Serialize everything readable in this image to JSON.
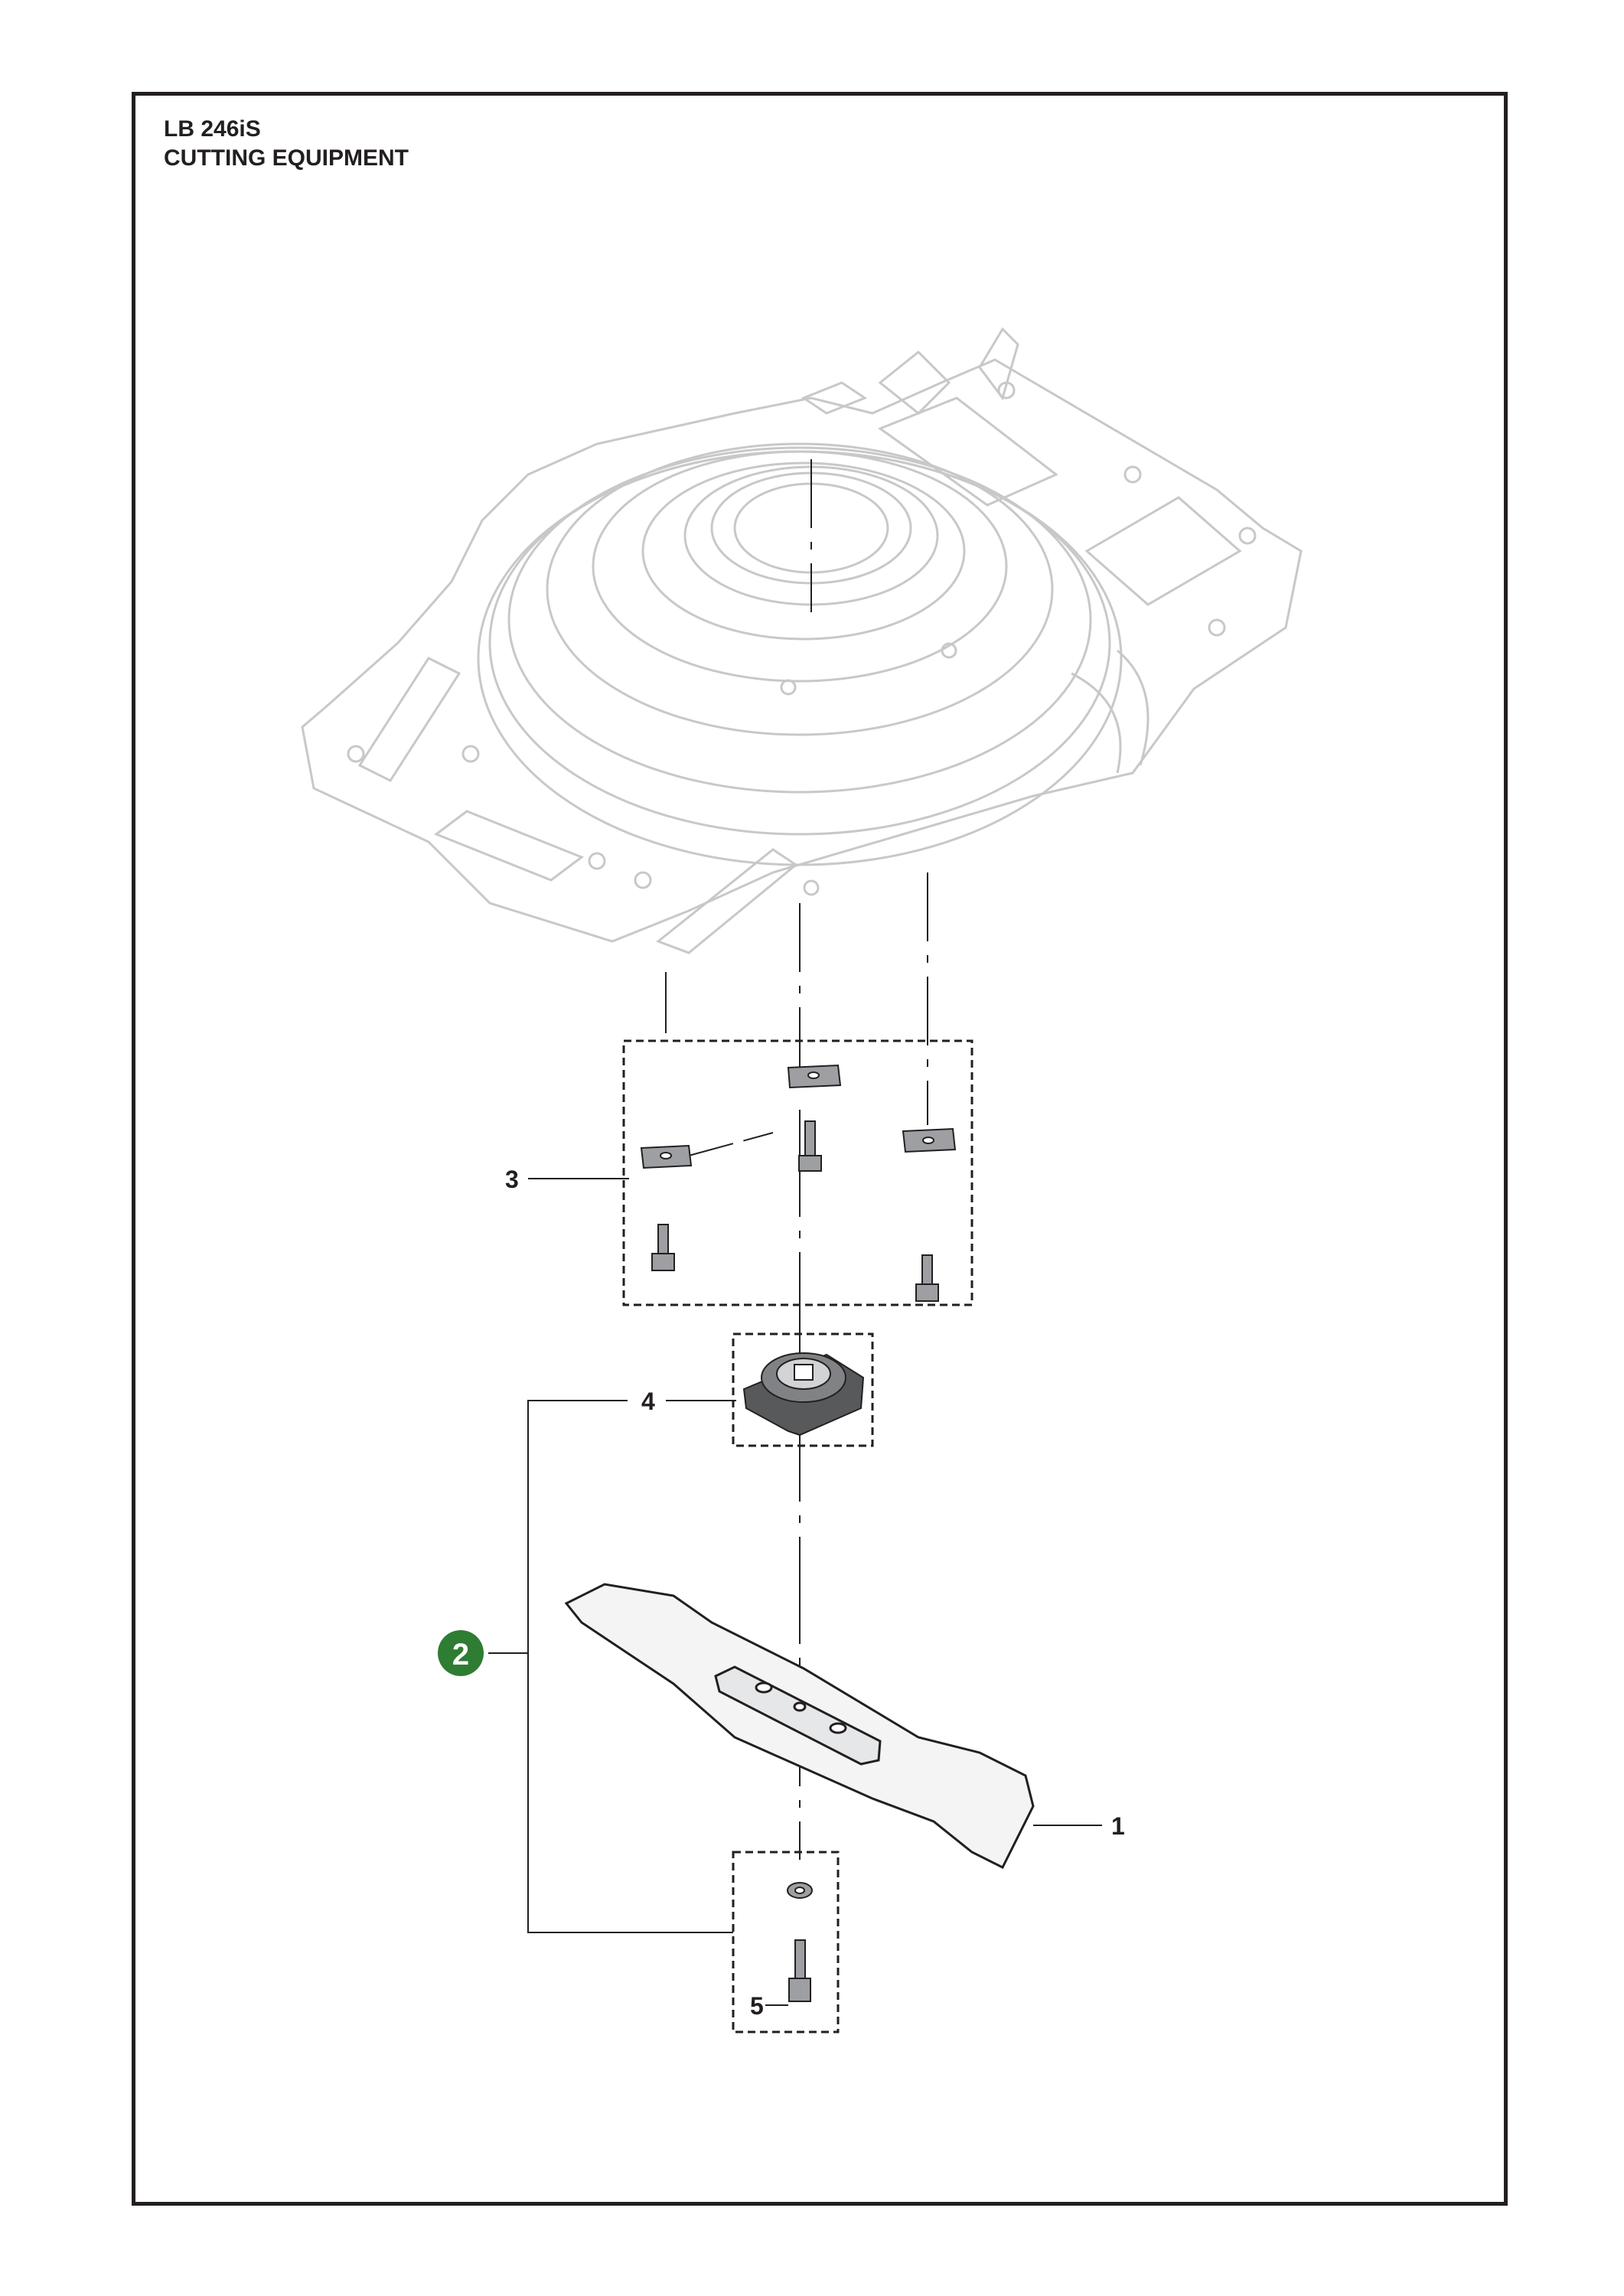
{
  "header": {
    "model": "LB 246iS",
    "section": "CUTTING EQUIPMENT"
  },
  "callouts": {
    "item_1": "1",
    "item_2": "2",
    "item_3": "3",
    "item_4": "4",
    "item_5": "5"
  },
  "colors": {
    "frame": "#231f20",
    "ghost_outline": "#c8c8c8",
    "part_fill": "#6d6e71",
    "badge": "#2e7d32"
  },
  "icons": {
    "badge": "green-circle-number"
  }
}
